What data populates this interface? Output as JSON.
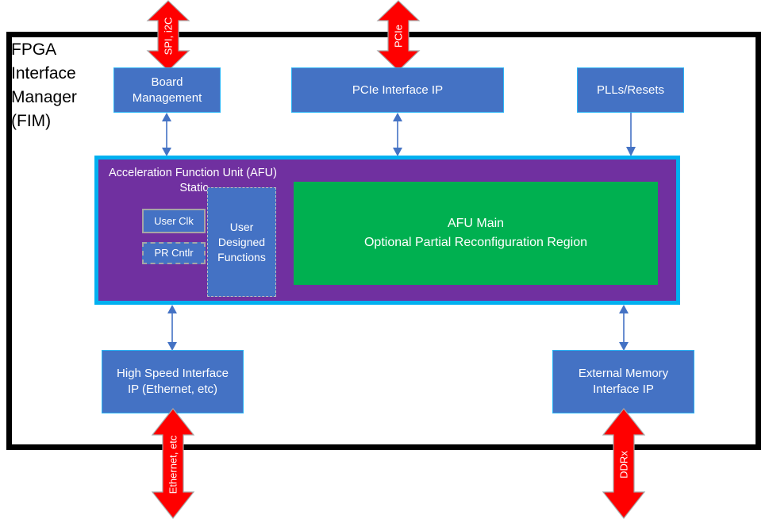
{
  "diagram": {
    "fim": {
      "label": "FPGA\nInterface\nManager\n(FIM)",
      "border_color": "#000000"
    },
    "blocks": {
      "board_management": "Board\nManagement",
      "pcie_interface_ip": "PCIe Interface IP",
      "plls_resets": "PLLs/Resets",
      "high_speed_interface": "High Speed Interface\nIP (Ethernet, etc)",
      "external_memory": "External Memory\nInterface IP"
    },
    "afu": {
      "title": "Acceleration Function Unit (AFU)",
      "static_label": "Static",
      "user_clk": "User Clk",
      "pr_cntlr": "PR Cntlr",
      "user_designed_functions": "User\nDesigned\nFunctions",
      "afu_main": "AFU Main\nOptional Partial Reconfiguration Region",
      "fill_color": "#7030A0",
      "border_color": "#00B0F0",
      "main_color": "#00B050"
    },
    "external_interfaces": {
      "spi_i2c": "SPI, i2C",
      "pcie": "PCIe",
      "ethernet": "Ethernet, etc",
      "ddrx": "DDRx",
      "color": "#FF0000"
    },
    "colors": {
      "block_fill": "#4472C4",
      "block_border": "#29B5F6",
      "connector": "#4472C4"
    }
  }
}
